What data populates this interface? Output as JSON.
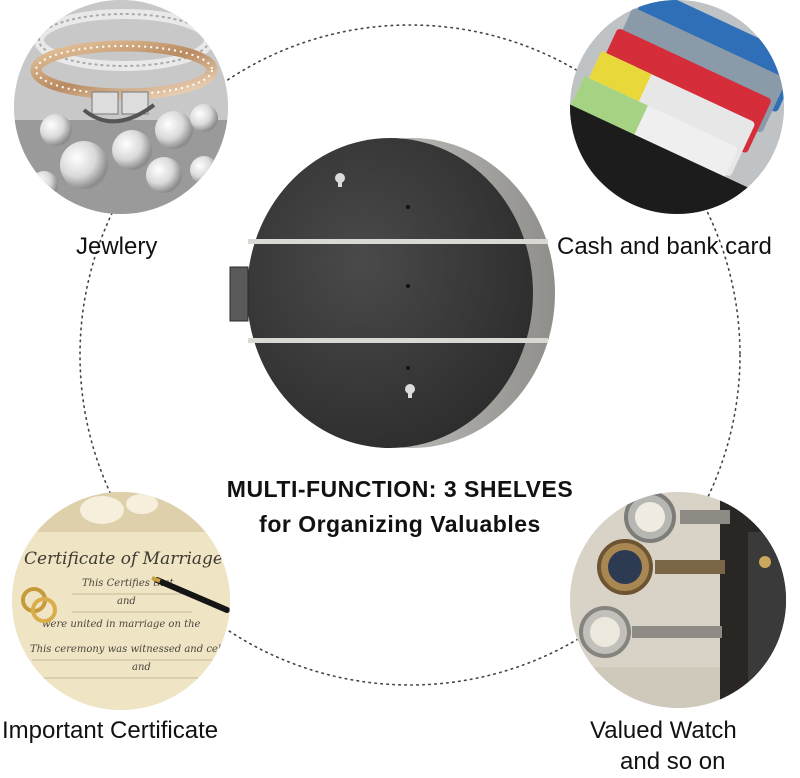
{
  "headline": {
    "line1": "MULTI-FUNCTION: 3 SHELVES",
    "line2": "for Organizing Valuables"
  },
  "items": [
    {
      "label": "Jewlery",
      "image": "jewelry-photo"
    },
    {
      "label": "Cash and bank card",
      "image": "cards-wallet-photo"
    },
    {
      "label": "Important Certificate",
      "image": "marriage-certificate-photo"
    },
    {
      "label": "Valued Watch",
      "label_line2": "and so on",
      "image": "watch-box-photo"
    }
  ],
  "certificate": {
    "title": "Certificate of Marriage",
    "line_certifies": "This Certifies that",
    "line_and": "and",
    "line_united": "were united in marriage on the",
    "line_witnessed": "This ceremony was witnessed and celebrat",
    "line_and2": "and"
  },
  "colors": {
    "ring_stroke": "#444444",
    "shelf_body": "#3a3a3a",
    "shelf_rim": "#b9b8b4",
    "text": "#111111"
  }
}
